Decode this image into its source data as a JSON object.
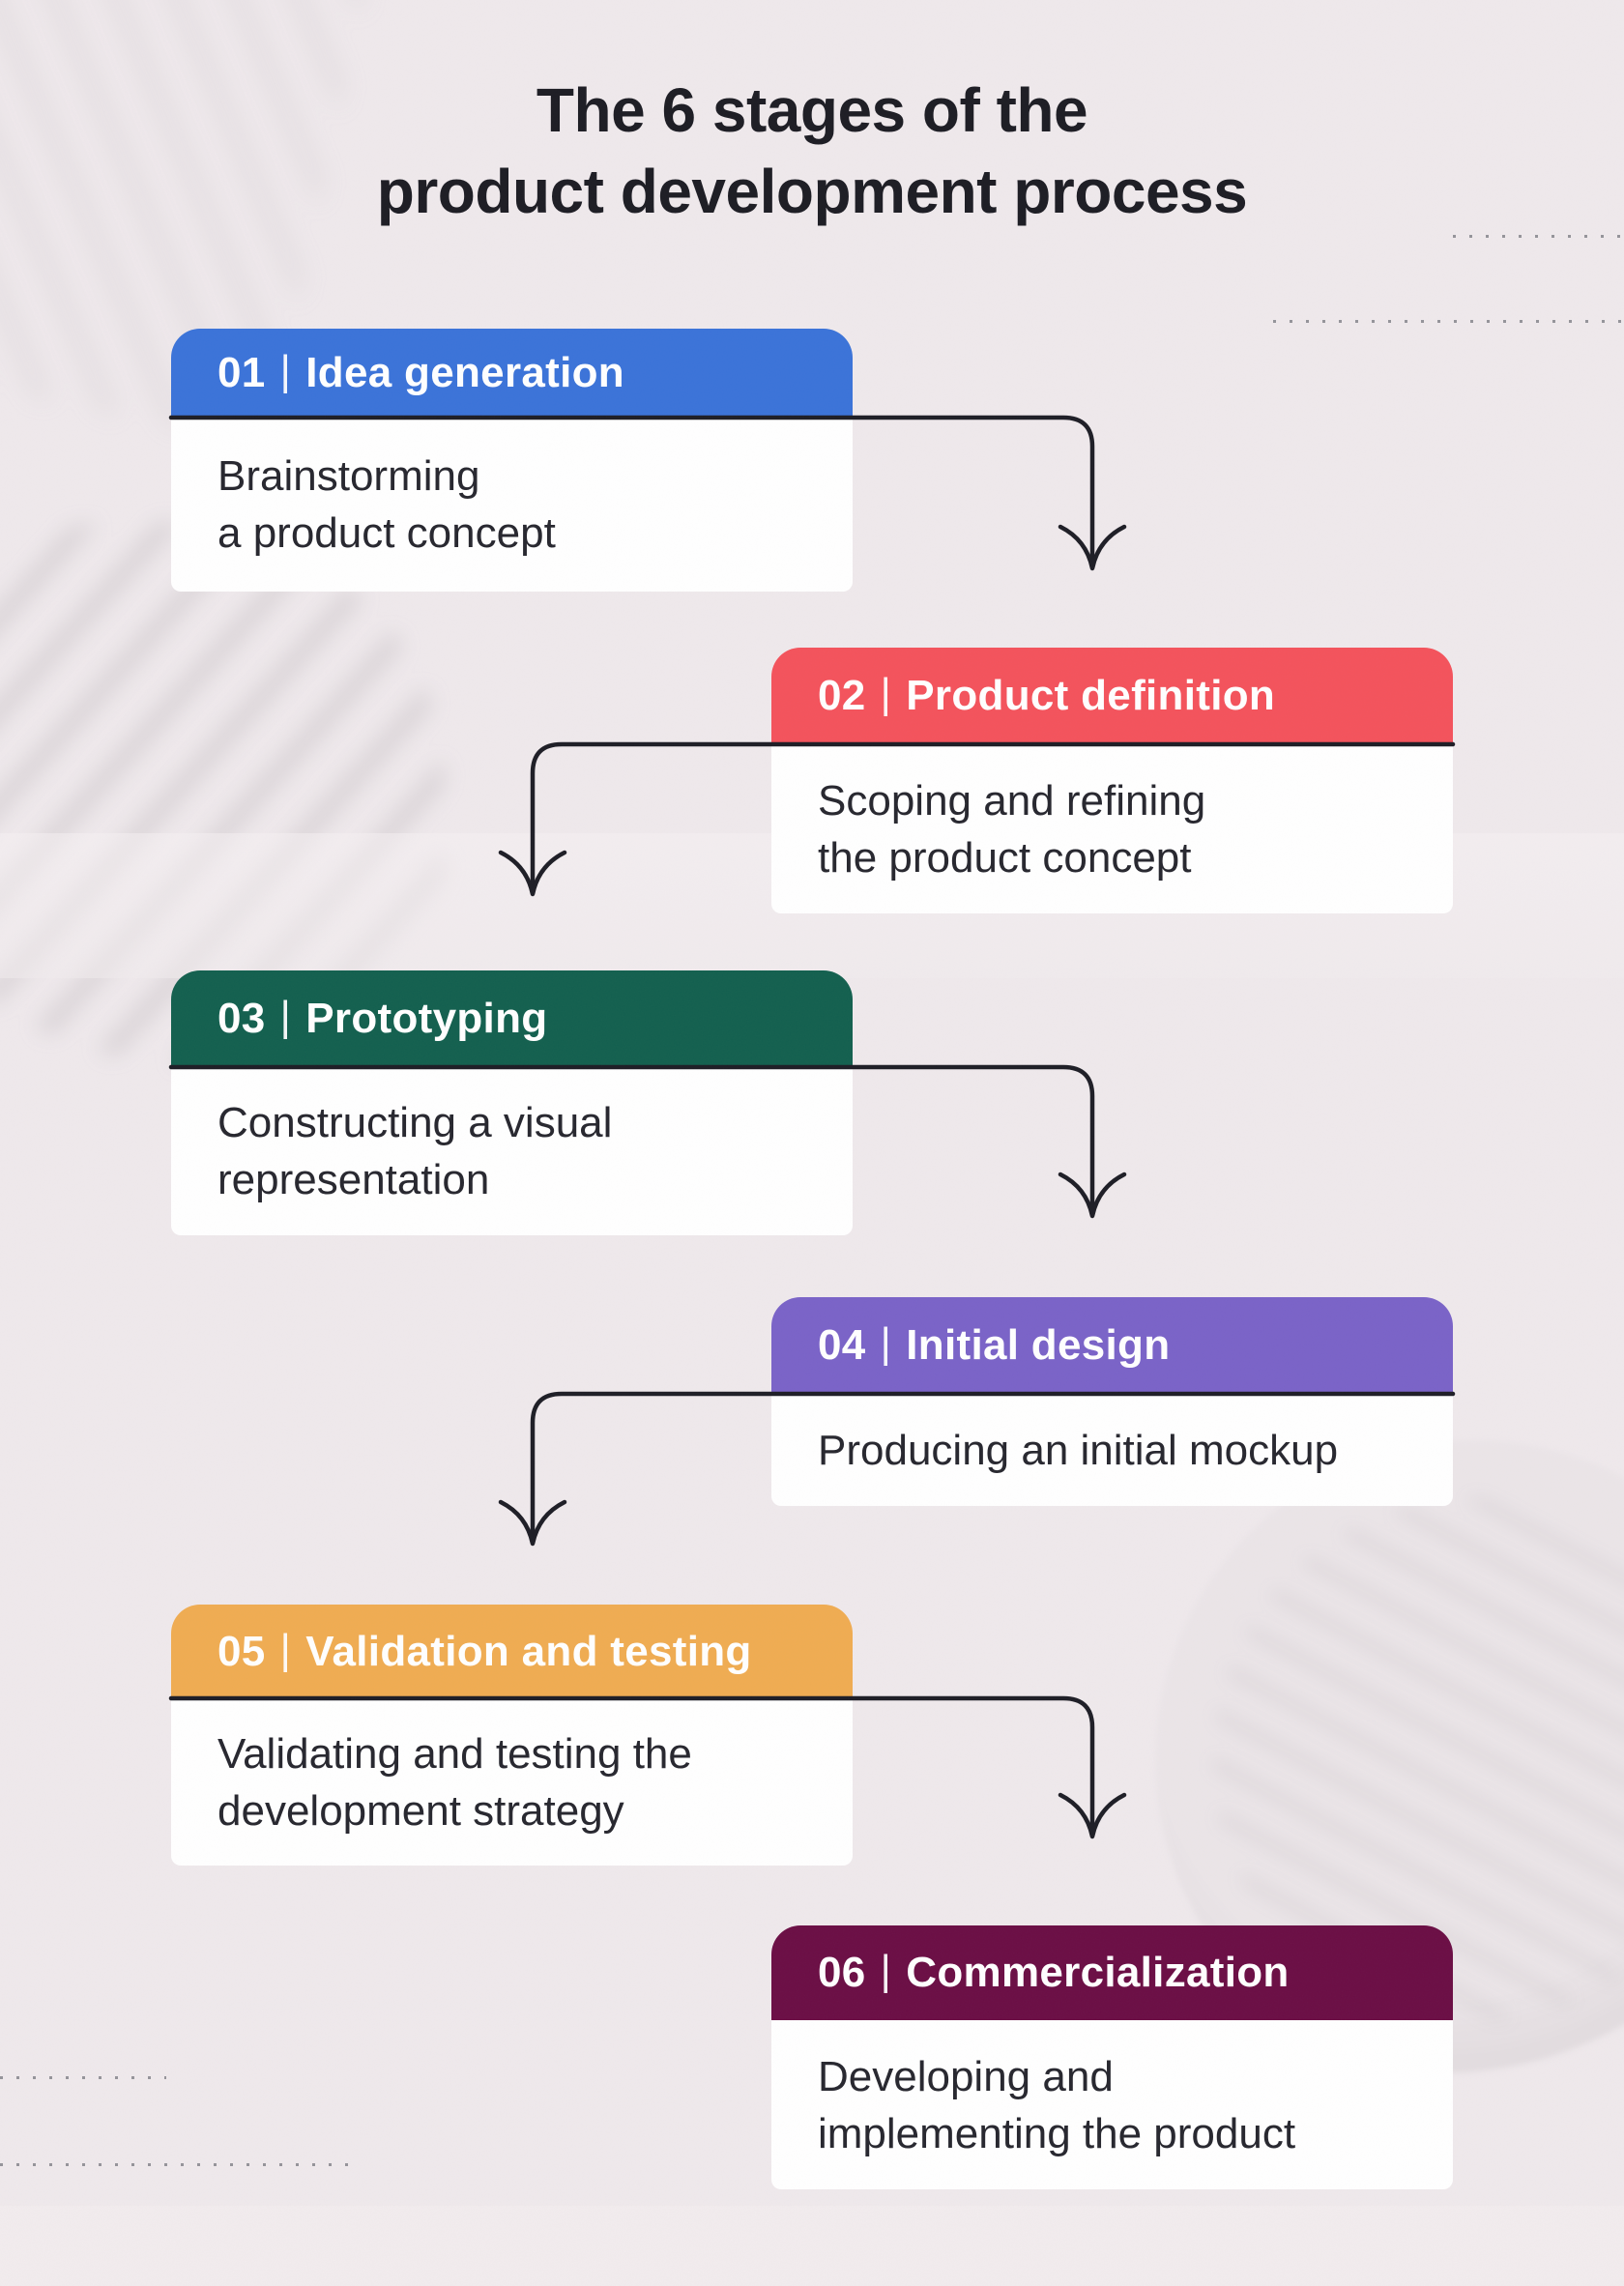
{
  "page": {
    "title_line1": "The 6 stages of the",
    "title_line2": "product development process"
  },
  "separator": "|",
  "stages": [
    {
      "number": "01",
      "name": "Idea generation",
      "desc_lines": [
        "Brainstorming",
        "a product concept"
      ],
      "color": "#3B73D9"
    },
    {
      "number": "02",
      "name": "Product definition",
      "desc_lines": [
        "Scoping and refining",
        "the product concept"
      ],
      "color": "#F4535C"
    },
    {
      "number": "03",
      "name": "Prototyping",
      "desc_lines": [
        "Constructing a visual",
        "representation"
      ],
      "color": "#13604F"
    },
    {
      "number": "04",
      "name": "Initial design",
      "desc_lines": [
        "Producing an initial mockup"
      ],
      "color": "#7A63C8"
    },
    {
      "number": "05",
      "name": "Validation and testing",
      "desc_lines": [
        "Validating and testing the",
        "development strategy"
      ],
      "color": "#F0AC52"
    },
    {
      "number": "06",
      "name": "Commercialization",
      "desc_lines": [
        "Developing and",
        "implementing the product"
      ],
      "color": "#6B0E45"
    }
  ],
  "colors": {
    "background": "#EFE9EC",
    "card_body": "#FFFFFF",
    "header_text": "#FFFFFF",
    "body_text": "#27272F",
    "title_text": "#1D1D24",
    "connector": "#1E1E26",
    "dots": "#85858B"
  }
}
